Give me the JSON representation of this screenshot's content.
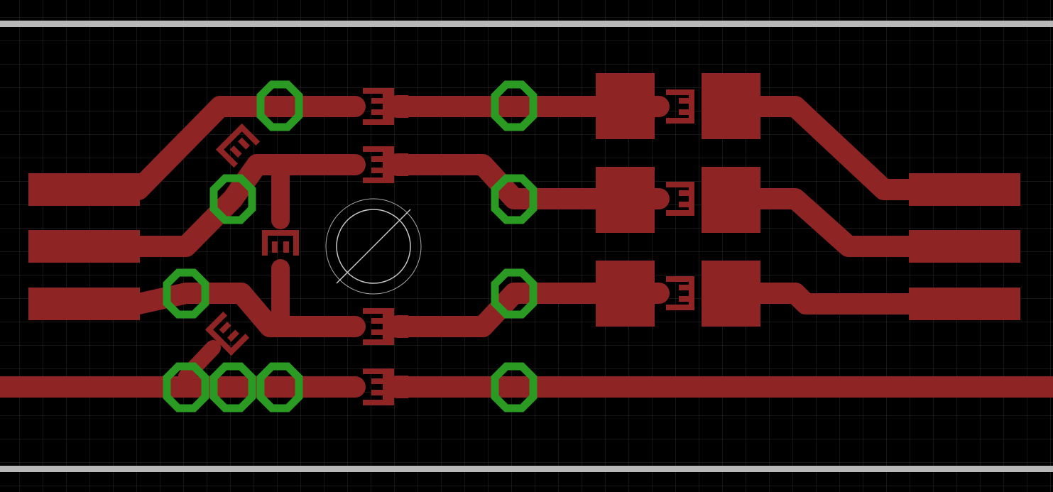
{
  "view": {
    "kind": "pcb-board-editor",
    "layers_visible": [
      "top-copper",
      "vias",
      "board-outline",
      "grid"
    ]
  },
  "colors": {
    "background": "#000000",
    "grid": "#2e2e2e",
    "copper": "#8e2424",
    "via_ring": "#2a9a23",
    "outline": "#b8b8b8",
    "drill_symbol": "#c8c8c8"
  },
  "icons": {
    "via": "via-icon",
    "smd_pad": "smd-pad-icon",
    "jumper": "solder-jumper-icon",
    "hole": "mounting-hole-icon"
  }
}
